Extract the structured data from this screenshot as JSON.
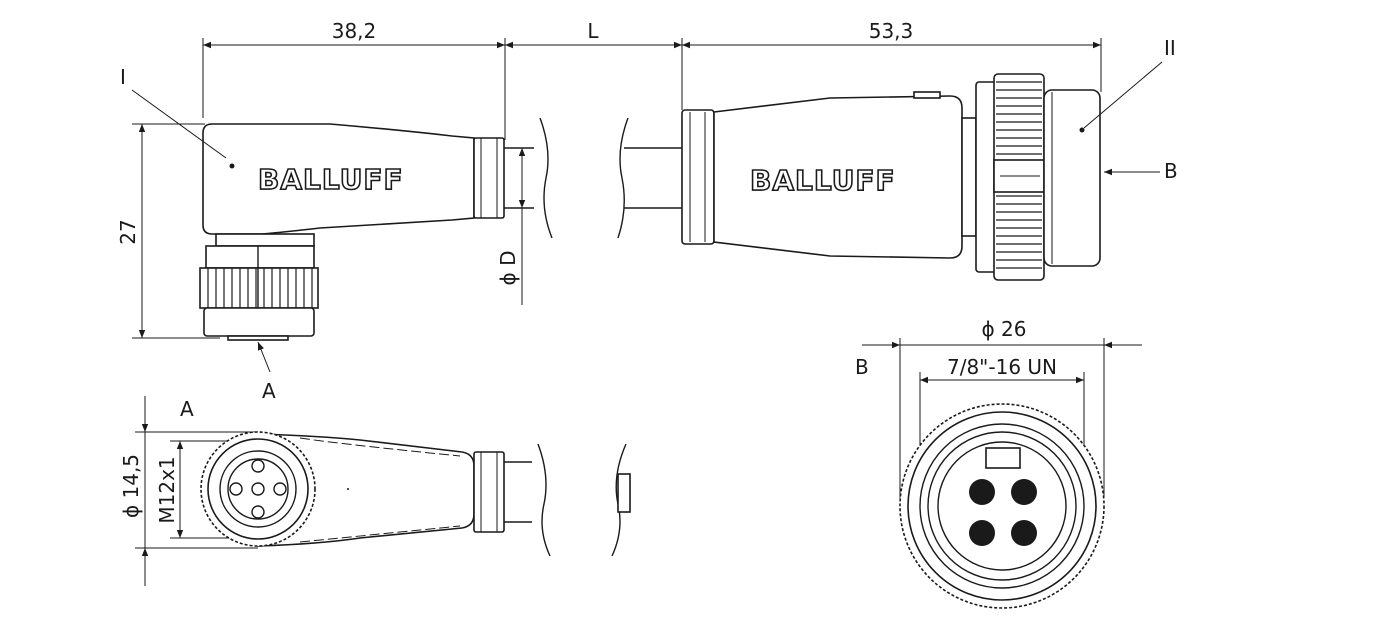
{
  "dimensions": {
    "width_left": "38,2",
    "length": "L",
    "width_right": "53,3",
    "height_left": "27",
    "cable_diameter": "ϕ D",
    "diameter_small": "ϕ 14,5",
    "thread_small": "M12x1",
    "diameter_large": "ϕ 26",
    "thread_large": "7/8\"-16 UN"
  },
  "labels": {
    "part_left": "I",
    "part_right": "II",
    "view_a_marker": "A",
    "view_a_title": "A",
    "view_b_marker": "B",
    "view_b_title": "B"
  },
  "brand": {
    "left": "BALLUFF",
    "right": "BALLUFF"
  }
}
